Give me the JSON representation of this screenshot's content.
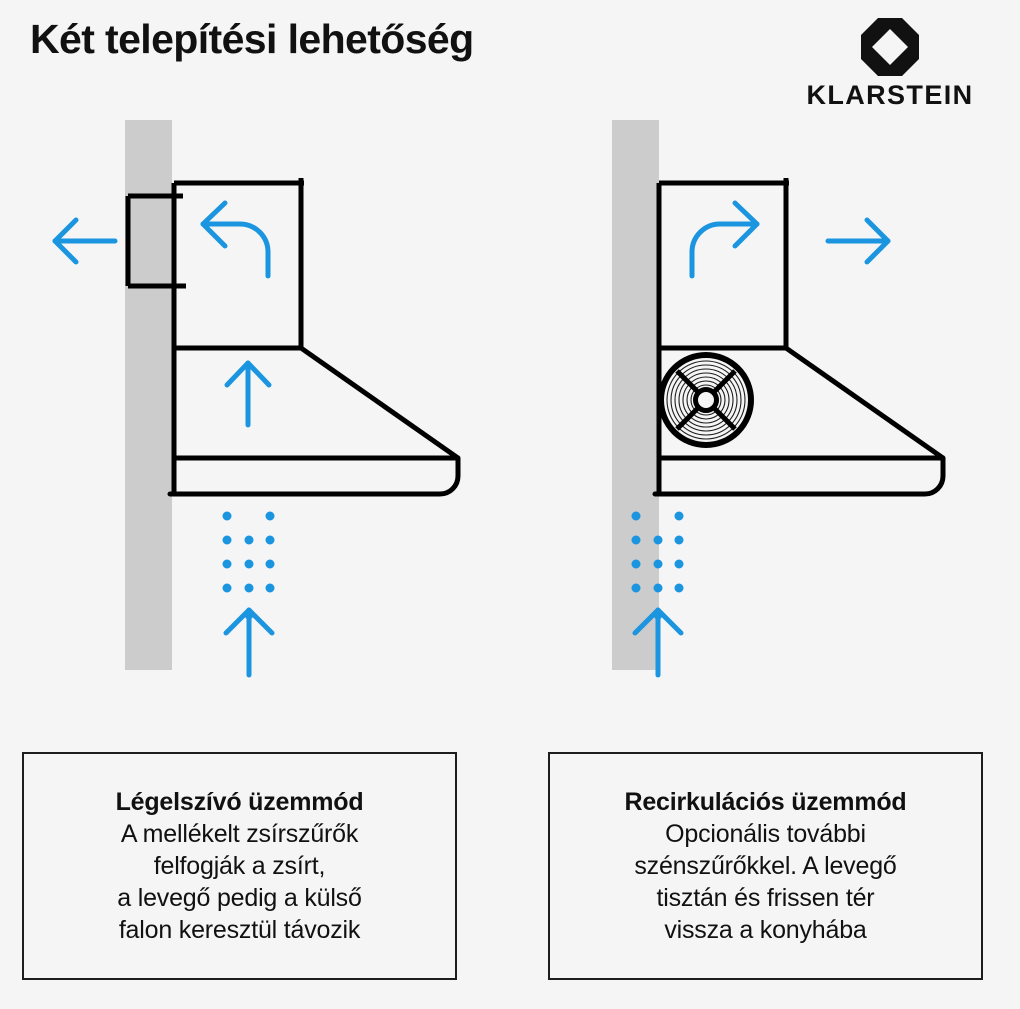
{
  "header": {
    "title": "Két telepítési lehetőség",
    "brand": {
      "wordmark": "KLARSTEIN",
      "mark_icon": "octagon-diamond-icon"
    }
  },
  "colors": {
    "background": "#f5f5f5",
    "ink": "#111111",
    "outline": "#000000",
    "wall": "#cccccc",
    "accent_blue": "#1b95e0"
  },
  "diagrams": [
    {
      "id": "exhaust",
      "name": "air-extraction-mode-diagram",
      "wall": "wall-section",
      "hood": "range-hood-side-view",
      "duct": "wall-duct-outlet",
      "arrows": [
        {
          "name": "arrow-out-through-wall",
          "direction": "left"
        },
        {
          "name": "arrow-curved-to-duct",
          "direction": "curve-up-to-left"
        },
        {
          "name": "arrow-airflow-into-hood",
          "direction": "up"
        },
        {
          "name": "arrow-airflow-from-cooktop",
          "direction": "up"
        }
      ],
      "particles": "grease-particles-dots"
    },
    {
      "id": "recirculation",
      "name": "recirculation-mode-diagram",
      "wall": "wall-section",
      "hood": "range-hood-side-view",
      "fan": "carbon-filter-fan-icon",
      "arrows": [
        {
          "name": "arrow-curved-to-outlet",
          "direction": "curve-up-to-right"
        },
        {
          "name": "arrow-clean-air-out",
          "direction": "right"
        },
        {
          "name": "arrow-airflow-from-cooktop",
          "direction": "up"
        }
      ],
      "particles": "grease-particles-dots"
    }
  ],
  "captions": [
    {
      "id": "exhaust",
      "heading": "Légelszívó üzemmód",
      "body": "A mellékelt zsírszűrők\nfelfogják a zsírt,\na levegő pedig a külső\nfalon keresztül távozik"
    },
    {
      "id": "recirculation",
      "heading": "Recirkulációs üzemmód",
      "body": "Opcionális további\nszénszűrőkkel. A levegő\ntisztán és frissen tér\nvissza a konyhába"
    }
  ]
}
